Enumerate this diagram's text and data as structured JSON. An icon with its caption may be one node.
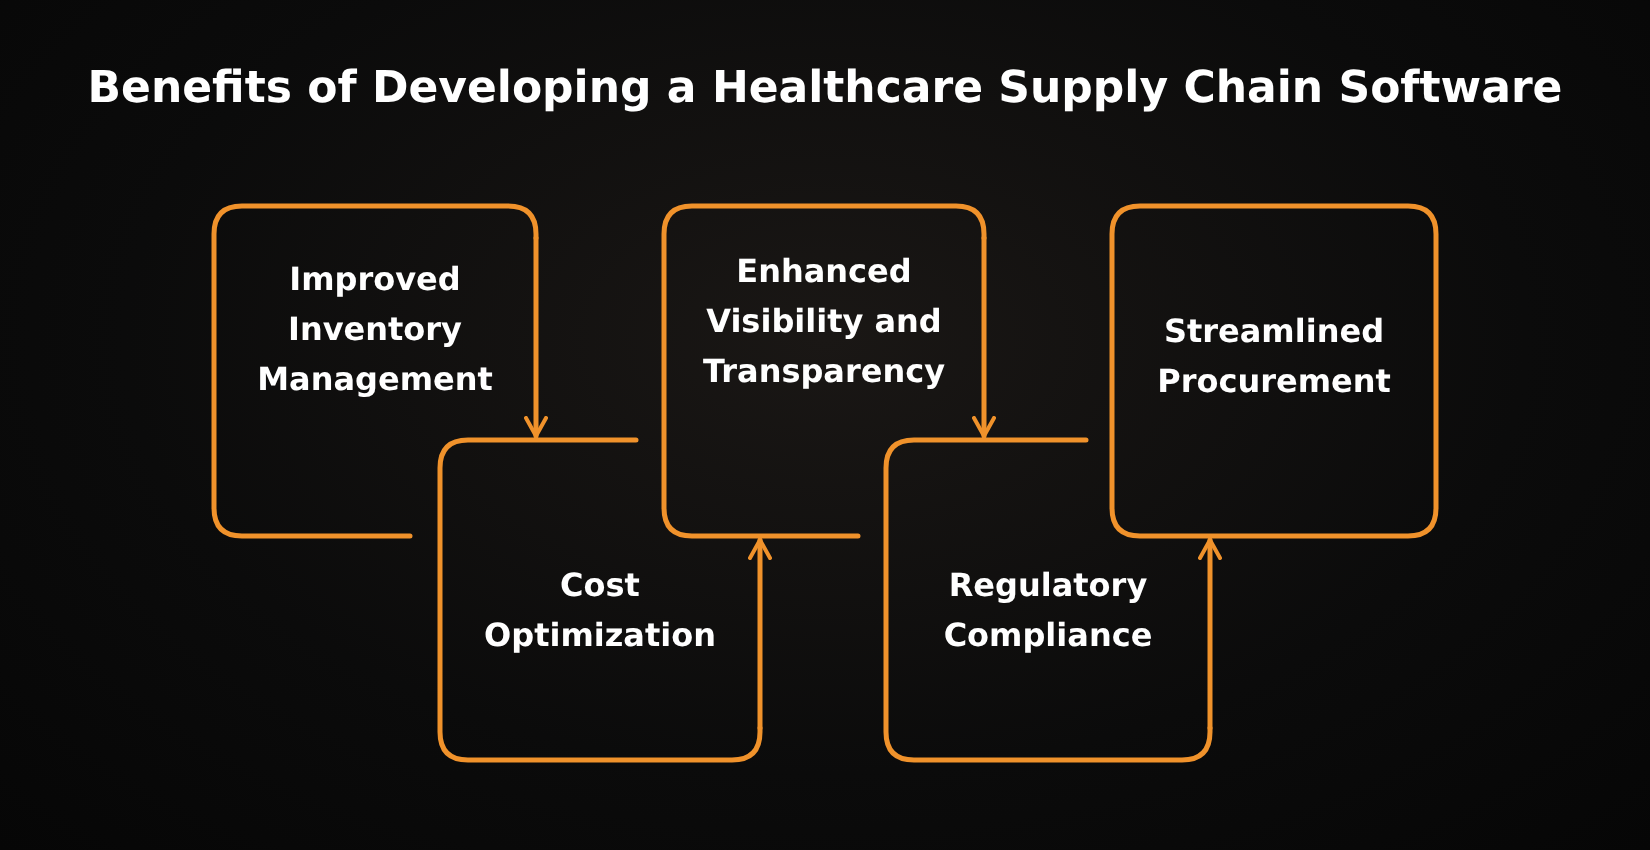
{
  "diagram": {
    "title": "Benefits of Developing a **Healthcare Supply Chain** Software",
    "nodes": [
      {
        "text": [
          "Improved Inventory Management"
        ]
      },
      {
        "text": [
          "Cost Optimization"
        ]
      },
      {
        "text": [
          "Enhanced Visibility and Transparency"
        ]
      },
      {
        "text": [
          "Regulatory Compliance"
        ]
      },
      {
        "text": [
          "Streamlined Procurement"
        ]
      }
    ],
    "edges": [
      {
        "from": 0,
        "to": 1,
        "arrow": "to"
      },
      {
        "from": 1,
        "to": 2,
        "arrow": "to"
      },
      {
        "from": 2,
        "to": 3,
        "arrow": "to"
      },
      {
        "from": 3,
        "to": 4,
        "arrow": "to"
      }
    ]
  }
}
